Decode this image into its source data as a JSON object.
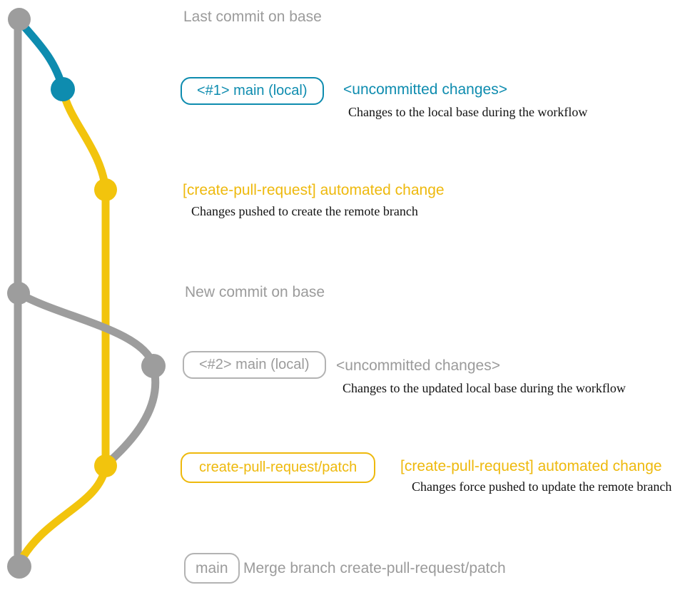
{
  "colors": {
    "gray": "#9d9d9d",
    "teal": "#0e8caf",
    "yellow_line": "#f2c40d",
    "yellow_text": "#eeb90d",
    "gray_text": "#9b9b9b",
    "desc_text": "#111111"
  },
  "graph": {
    "branches": [
      {
        "name": "base",
        "color": "#9d9d9d"
      },
      {
        "name": "main (local)",
        "color": "#0e8caf"
      },
      {
        "name": "create-pull-request/patch",
        "color": "#f2c40d"
      }
    ],
    "nodes": [
      {
        "id": "last-commit-on-base",
        "color": "gray"
      },
      {
        "id": "uncommitted-changes-1",
        "color": "teal"
      },
      {
        "id": "automated-change-1",
        "color": "yellow"
      },
      {
        "id": "new-commit-on-base",
        "color": "gray"
      },
      {
        "id": "uncommitted-changes-2",
        "color": "gray"
      },
      {
        "id": "automated-change-2",
        "color": "yellow"
      },
      {
        "id": "merge-commit",
        "color": "gray"
      }
    ]
  },
  "annotations": {
    "last_commit": "Last commit on base",
    "row1": {
      "badge": "<#1> main (local)",
      "note": "<uncommitted changes>",
      "desc": "Changes to the local base during the workflow"
    },
    "row2": {
      "title": "[create-pull-request] automated change",
      "desc": "Changes pushed to create the remote branch"
    },
    "new_commit": "New commit on base",
    "row3": {
      "badge": "<#2> main (local)",
      "note": "<uncommitted changes>",
      "desc": "Changes to the updated local base during the workflow"
    },
    "row4": {
      "badge": "create-pull-request/patch",
      "title": "[create-pull-request] automated change",
      "desc": "Changes force pushed to update the remote branch"
    },
    "row5": {
      "badge": "main",
      "message": "Merge branch create-pull-request/patch"
    }
  }
}
